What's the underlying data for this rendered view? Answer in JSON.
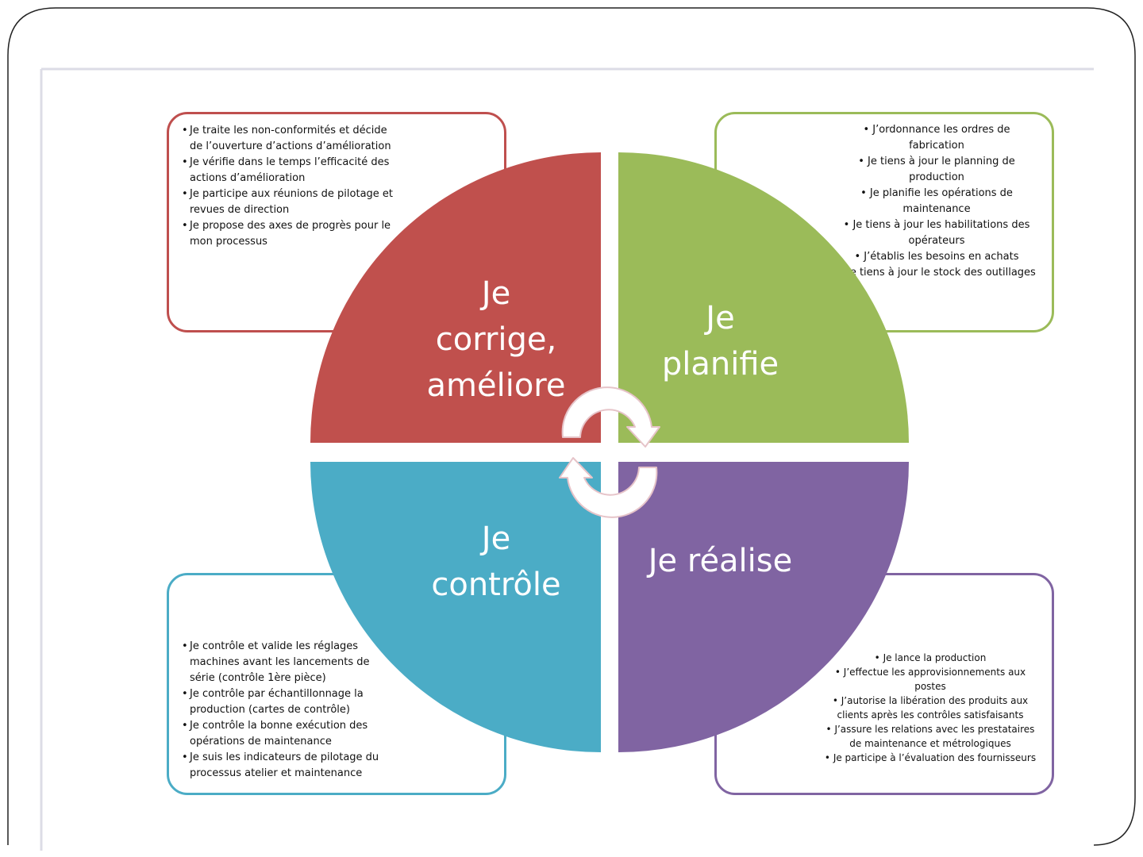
{
  "colors": {
    "red": "#c0504d",
    "green": "#9bbb59",
    "blue": "#4bacc6",
    "purple": "#8064a2",
    "arrow_fill": "#ffffff",
    "arrow_stroke": "#e8c8cc"
  },
  "quadrants": {
    "top_left": {
      "label_lines": [
        "Je",
        "corrige,",
        "améliore"
      ],
      "items": [
        "Je traite les non-conformités  et décide de l’ouverture d’actions d’amélioration",
        "Je vérifie dans le temps l’efficacité des actions d’amélioration",
        "Je participe  aux réunions  de pilotage  et revues de direction",
        "Je propose  des axes de progrès pour  le mon processus"
      ]
    },
    "top_right": {
      "label_lines": [
        "Je",
        "planifie"
      ],
      "items": [
        "J’ordonnance  les ordres de fabrication",
        "Je tiens à jour le planning de production",
        "Je planifie  les opérations  de maintenance",
        "Je tiens à jour  les habilitations  des opérateurs",
        "J’établis les besoins  en achats",
        "Je tiens à jour  le stock  des outillages"
      ]
    },
    "bottom_left": {
      "label_lines": [
        "Je",
        "contrôle"
      ],
      "items": [
        "Je contrôle  et valide les réglages machines  avant les lancements  de série (contrôle  1ère pièce)",
        "Je contrôle  par échantillonnage  la production  (cartes de contrôle)",
        "Je contrôle  la bonne  exécution  des opérations  de maintenance",
        "Je suis les indicateurs  de pilotage  du processus  atelier et maintenance"
      ]
    },
    "bottom_right": {
      "label_lines": [
        "Je réalise"
      ],
      "items": [
        "Je lance la production",
        "J’effectue les approvisionnements aux postes",
        "J’autorise la libération des produits aux clients après les contrôles satisfaisants",
        "J’assure les relations avec les prestataires de maintenance et métrologiques",
        "Je participe à l’évaluation des fournisseurs"
      ]
    }
  }
}
